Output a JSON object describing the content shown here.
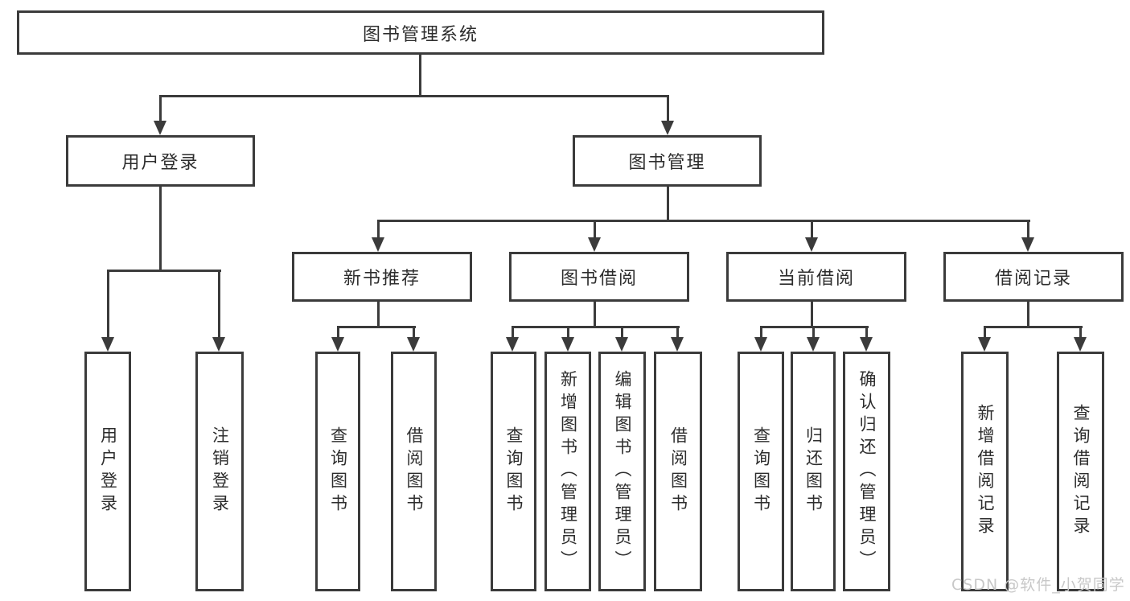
{
  "colors": {
    "background": "#ffffff",
    "line": "#3b3b3b",
    "box_border": "#3b3b3b",
    "text": "#2d2d2d",
    "watermark": "#c8c8c8"
  },
  "nodes": {
    "root": "图书管理系统",
    "level2": [
      "用户登录",
      "图书管理"
    ],
    "level3": [
      "新书推荐",
      "图书借阅",
      "当前借阅",
      "借阅记录"
    ],
    "leaves": [
      "用户登录",
      "注销登录",
      "查询图书",
      "借阅图书",
      "查询图书",
      "新增图书（管理员）",
      "编辑图书（管理员）",
      "借阅图书",
      "查询图书",
      "归还图书",
      "确认归还（管理员）",
      "新增借阅记录",
      "查询借阅记录"
    ]
  },
  "hierarchy": {
    "图书管理系统": [
      "用户登录",
      "图书管理"
    ],
    "用户登录": [
      "用户登录",
      "注销登录"
    ],
    "图书管理": [
      "新书推荐",
      "图书借阅",
      "当前借阅",
      "借阅记录"
    ],
    "新书推荐": [
      "查询图书",
      "借阅图书"
    ],
    "图书借阅": [
      "查询图书",
      "新增图书（管理员）",
      "编辑图书（管理员）",
      "借阅图书"
    ],
    "当前借阅": [
      "查询图书",
      "归还图书",
      "确认归还（管理员）"
    ],
    "借阅记录": [
      "新增借阅记录",
      "查询借阅记录"
    ]
  },
  "watermark": "CSDN @软件_小贺同学"
}
